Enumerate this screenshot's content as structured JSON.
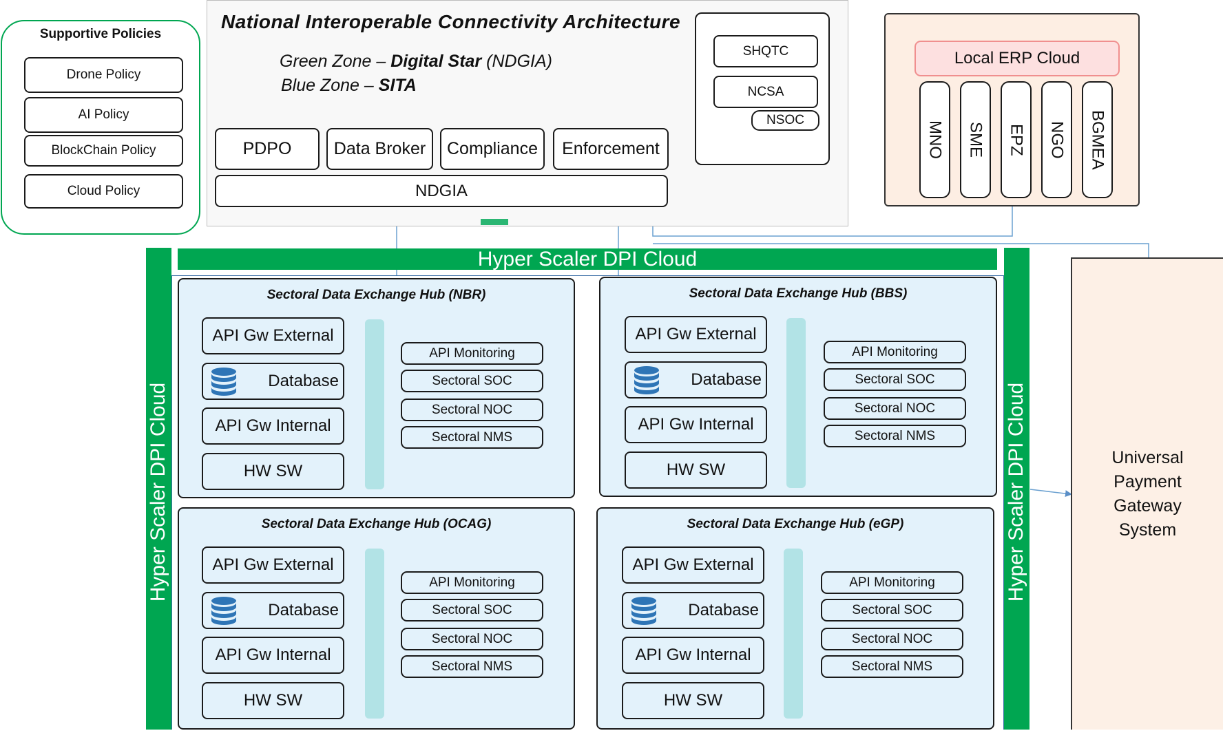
{
  "policies": {
    "title": "Supportive Policies",
    "items": [
      "Drone Policy",
      "AI Policy",
      "BlockChain Policy",
      "Cloud Policy"
    ]
  },
  "nica": {
    "title": "National Interoperable Connectivity Architecture",
    "green_prefix": "Green Zone – ",
    "green_bold": "Digital Star",
    "green_suffix": " (NDGIA)",
    "blue_prefix": "Blue Zone – ",
    "blue_bold": "SITA",
    "boxes": [
      "PDPO",
      "Data Broker",
      "Compliance",
      "Enforcement"
    ],
    "ndgia": "NDGIA"
  },
  "security": {
    "items": [
      "SHQTC",
      "NCSA",
      "NSOC"
    ]
  },
  "erp": {
    "title": "Local ERP Cloud",
    "items": [
      "MNO",
      "SME",
      "EPZ",
      "NGO",
      "BGMEA"
    ]
  },
  "hyper": {
    "top_label": "Hyper Scaler DPI Cloud",
    "left_label": "Hyper Scaler DPI Cloud",
    "right_label": "Hyper Scaler DPI Cloud"
  },
  "hubs": [
    {
      "title": "Sectoral Data Exchange Hub (NBR)",
      "stack": [
        "API Gw External",
        "Database",
        "API Gw Internal",
        "HW SW"
      ],
      "services": [
        "API Monitoring",
        "Sectoral SOC",
        "Sectoral NOC",
        "Sectoral NMS"
      ]
    },
    {
      "title": "Sectoral Data Exchange Hub (BBS)",
      "stack": [
        "API Gw External",
        "Database",
        "API Gw Internal",
        "HW SW"
      ],
      "services": [
        "API Monitoring",
        "Sectoral SOC",
        "Sectoral NOC",
        "Sectoral NMS"
      ]
    },
    {
      "title": "Sectoral Data Exchange Hub (OCAG)",
      "stack": [
        "API Gw External",
        "Database",
        "API Gw Internal",
        "HW SW"
      ],
      "services": [
        "API Monitoring",
        "Sectoral SOC",
        "Sectoral NOC",
        "Sectoral NMS"
      ]
    },
    {
      "title": "Sectoral Data Exchange Hub (eGP)",
      "stack": [
        "API Gw External",
        "Database",
        "API Gw Internal",
        "HW SW"
      ],
      "services": [
        "API Monitoring",
        "Sectoral SOC",
        "Sectoral NOC",
        "Sectoral NMS"
      ]
    }
  ],
  "upg": {
    "lines": [
      "Universal",
      "Payment",
      "Gateway",
      "System"
    ]
  },
  "colors": {
    "green": "#00a651",
    "hub_fill": "#e3f2fb",
    "pillar": "#b2e3e6",
    "erp_fill": "#fdeee3",
    "erp_header": "#fde0e0",
    "upg_fill": "#fdf0e6",
    "connector": "#6aa0d0"
  }
}
